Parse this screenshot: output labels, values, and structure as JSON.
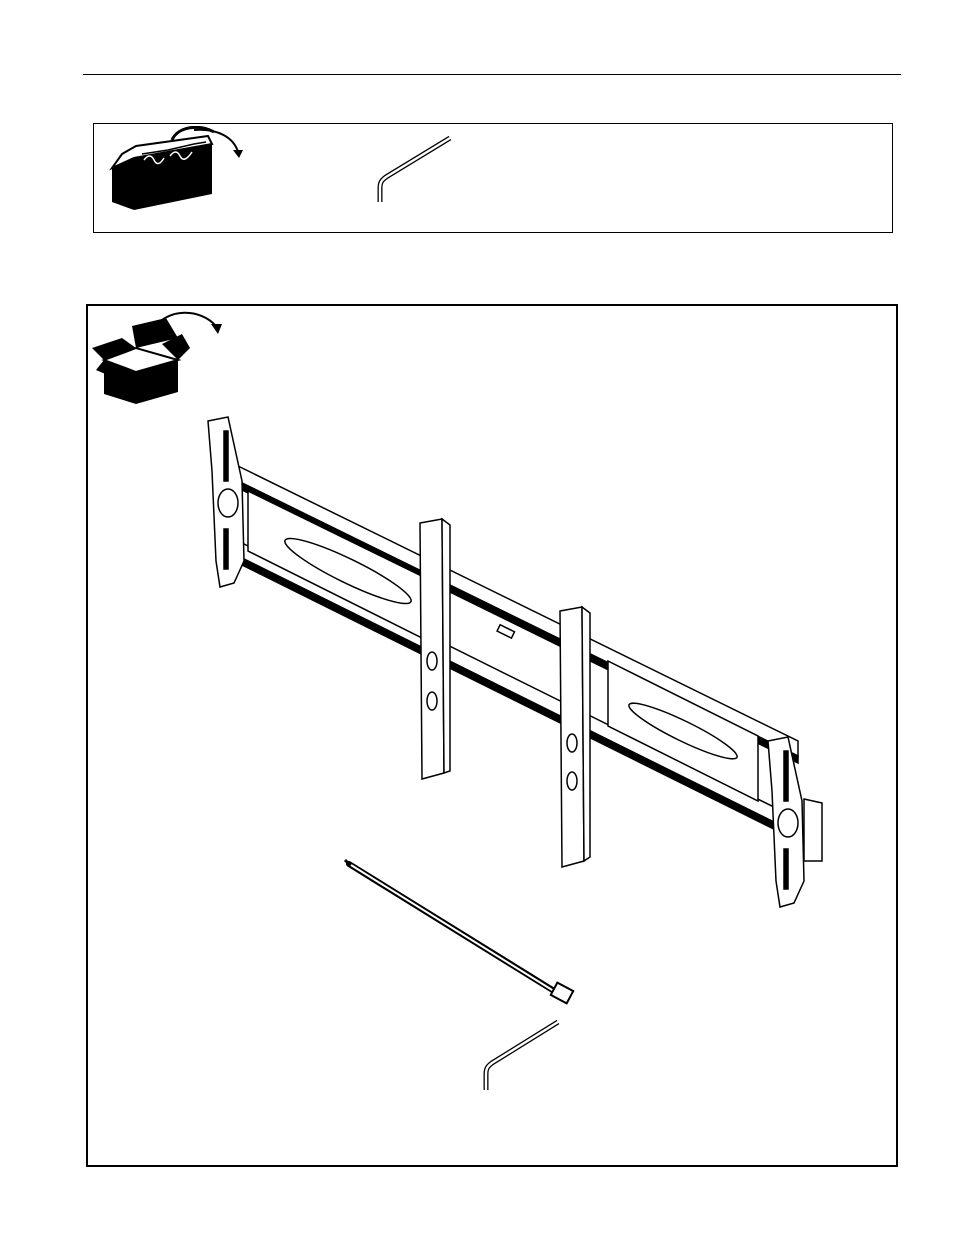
{
  "document": {
    "header_rule": true,
    "tools_section": {
      "icons": [
        "toolbox-icon",
        "rotate-arrow-icon",
        "hex-key-icon"
      ]
    },
    "parts_section": {
      "icons": [
        "open-box-icon",
        "rotate-arrow-icon"
      ],
      "parts": [
        "wall-mount-bracket",
        "cable-tie",
        "hex-key"
      ]
    }
  }
}
